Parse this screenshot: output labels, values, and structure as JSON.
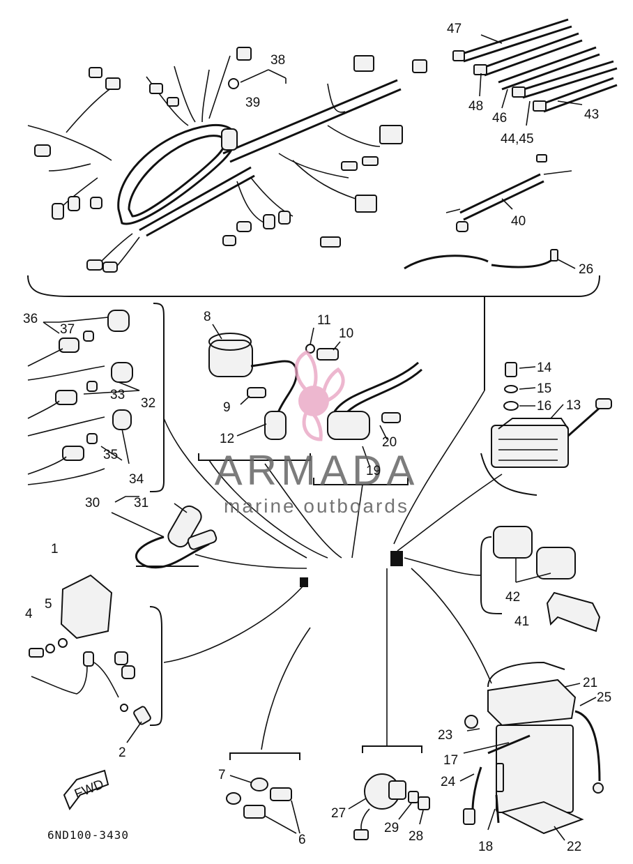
{
  "callouts": {
    "c1": "1",
    "c2": "2",
    "c4": "4",
    "c5": "5",
    "c6": "6",
    "c7": "7",
    "c8": "8",
    "c9": "9",
    "c10": "10",
    "c11": "11",
    "c12": "12",
    "c13": "13",
    "c14": "14",
    "c15": "15",
    "c16": "16",
    "c17": "17",
    "c18": "18",
    "c19": "19",
    "c20": "20",
    "c21": "21",
    "c22": "22",
    "c23": "23",
    "c24": "24",
    "c25": "25",
    "c26": "26",
    "c27": "27",
    "c28": "28",
    "c29": "29",
    "c30": "30",
    "c31": "31",
    "c32": "32",
    "c33": "33",
    "c34": "34",
    "c35": "35",
    "c36": "36",
    "c37": "37",
    "c38": "38",
    "c39": "39",
    "c40": "40",
    "c41": "41",
    "c42": "42",
    "c43": "43",
    "c4445": "44,45",
    "c46": "46",
    "c47": "47",
    "c48": "48"
  },
  "direction_label": "FWD",
  "drawing_code": "6ND100-3430",
  "watermark": {
    "brand": "ARMADA",
    "tagline": "marine outboards",
    "color": "#e8a0c0"
  }
}
